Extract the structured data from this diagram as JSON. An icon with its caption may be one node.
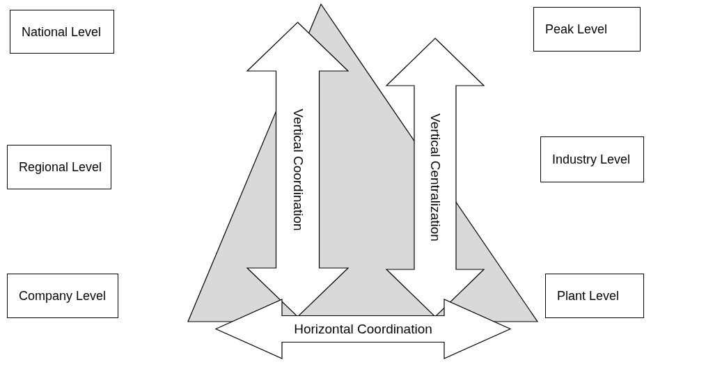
{
  "diagram": {
    "nodes": [
      {
        "text": [
          "National Level"
        ]
      },
      {
        "text": [
          "Peak Level"
        ]
      },
      {
        "text": [
          "Regional Level"
        ]
      },
      {
        "text": [
          "Industry Level"
        ]
      },
      {
        "text": [
          "Company Level"
        ]
      },
      {
        "text": [
          "Plant Level"
        ]
      },
      {
        "text": [
          "Vertical Coordination"
        ]
      },
      {
        "text": [
          "Vertical Centralization"
        ]
      },
      {
        "text": [
          "Horizontal Coordination"
        ]
      }
    ]
  }
}
